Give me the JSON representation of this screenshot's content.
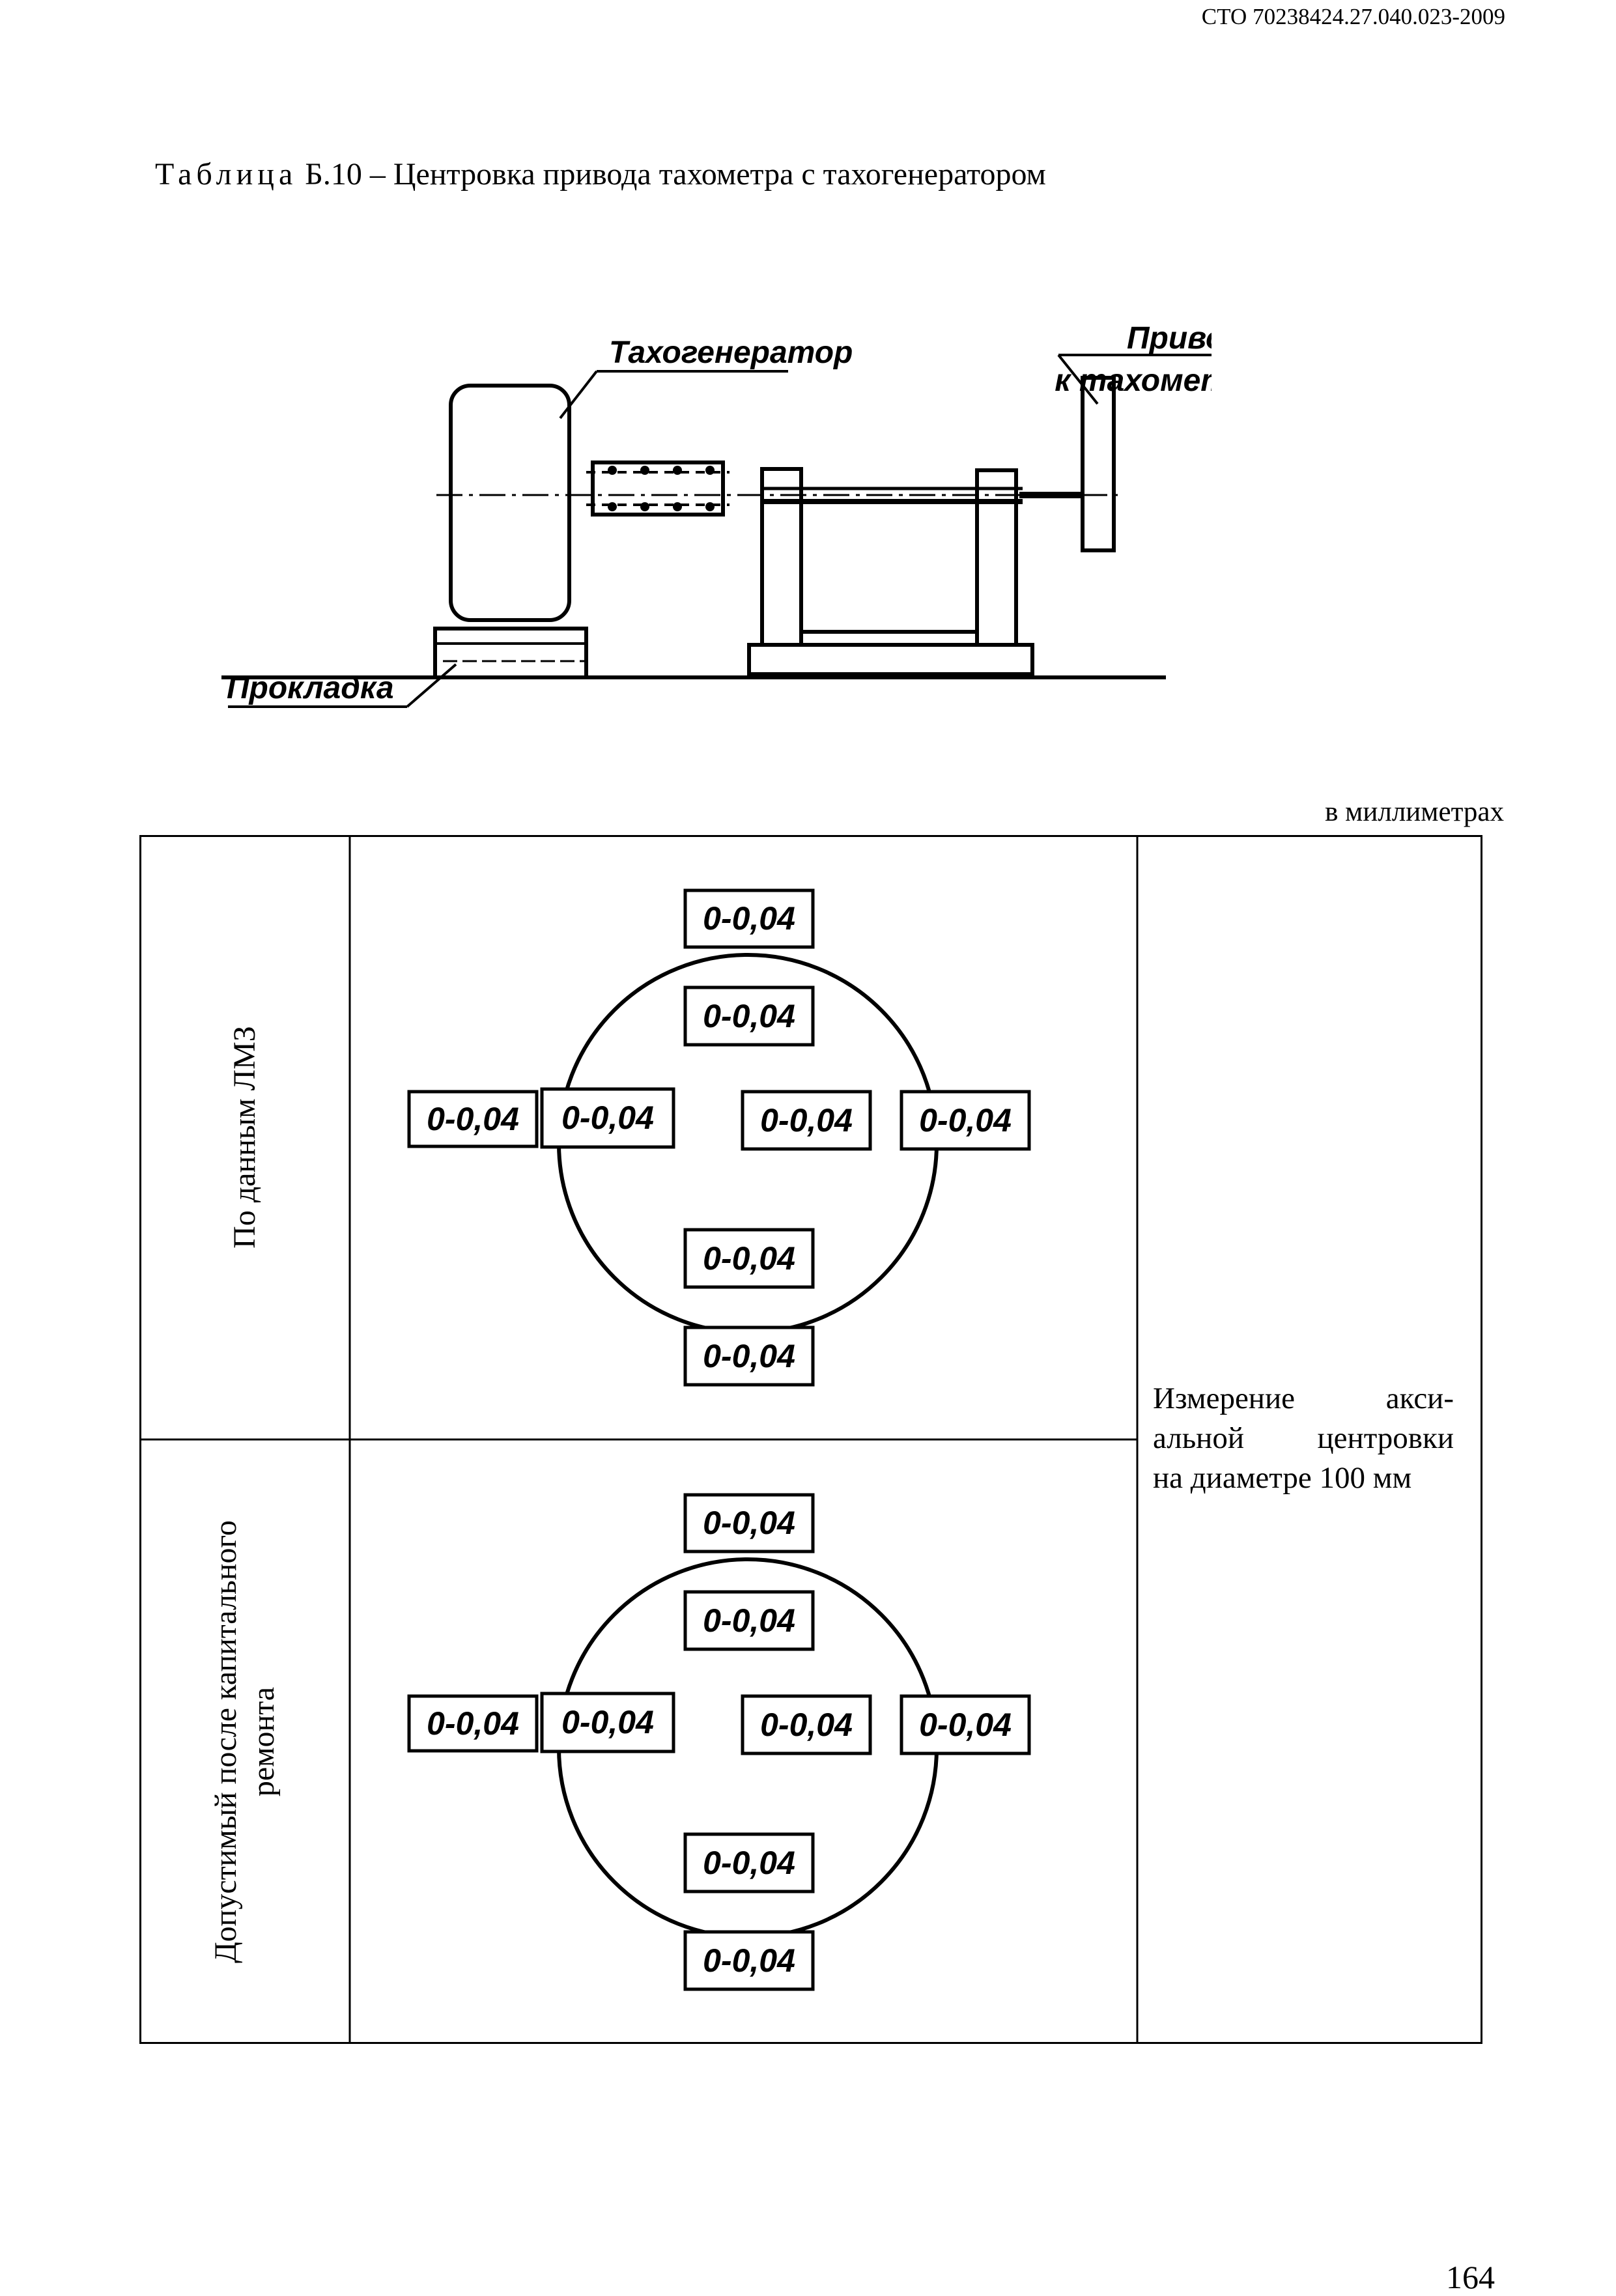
{
  "header": {
    "doc_code": "СТО 70238424.27.040.023-2009"
  },
  "caption": {
    "label": "Таблица",
    "rest": " Б.10 – Центровка привода тахометра с тахогенератором"
  },
  "diagram": {
    "label_generator": "Тахогенератор",
    "label_drive_line1": "Привод",
    "label_drive_line2": "к тахометру",
    "label_shim": "Прокладка"
  },
  "units_note": "в миллиметрах",
  "table": {
    "rows": [
      {
        "header": "По данным ЛМЗ",
        "values": {
          "outer_top": "0-0,04",
          "inner_top": "0-0,04",
          "outer_left": "0-0,04",
          "inner_left": "0-0,04",
          "inner_right": "0-0,04",
          "outer_right": "0-0,04",
          "inner_bottom": "0-0,04",
          "outer_bottom": "0-0,04"
        }
      },
      {
        "header_line1": "Допустимый после капитального",
        "header_line2": "ремонта",
        "values": {
          "outer_top": "0-0,04",
          "inner_top": "0-0,04",
          "outer_left": "0-0,04",
          "inner_left": "0-0,04",
          "inner_right": "0-0,04",
          "outer_right": "0-0,04",
          "inner_bottom": "0-0,04",
          "outer_bottom": "0-0,04"
        }
      }
    ],
    "note_line1_a": "Измерение",
    "note_line1_b": "акси-",
    "note_line2_a": "альной",
    "note_line2_b": "центровки",
    "note_line3": "на диаметре 100 мм"
  },
  "page_number": "164"
}
